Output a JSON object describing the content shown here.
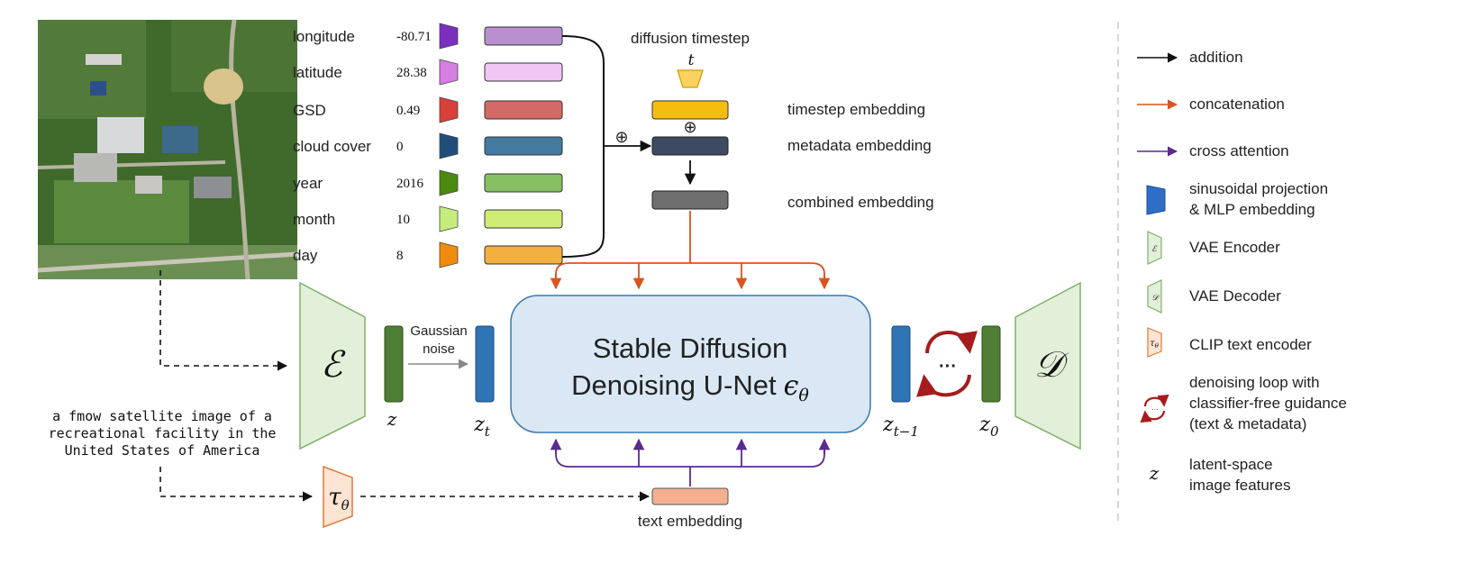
{
  "metadata": [
    {
      "name": "longitude",
      "value": "-80.71",
      "icon_color": "#7b2fbf",
      "bar_color": "#b98fd0"
    },
    {
      "name": "latitude",
      "value": "28.38",
      "icon_color": "#d77ee4",
      "bar_color": "#f0c6f5"
    },
    {
      "name": "GSD",
      "value": "0.49",
      "icon_color": "#d9403a",
      "bar_color": "#d46a67"
    },
    {
      "name": "cloud cover",
      "value": "0",
      "icon_color": "#1f4e7a",
      "bar_color": "#437a9f"
    },
    {
      "name": "year",
      "value": "2016",
      "icon_color": "#4a8a0f",
      "bar_color": "#86c063"
    },
    {
      "name": "month",
      "value": "10",
      "icon_color": "#c6ec7e",
      "bar_color": "#cfec76"
    },
    {
      "name": "day",
      "value": "8",
      "icon_color": "#f08c0c",
      "bar_color": "#f3b03e"
    }
  ],
  "timestep": {
    "title": "diffusion timestep",
    "symbol": "t",
    "plus_left": "⊕",
    "plus_mid": "⊕",
    "timestep_label": "timestep embedding",
    "metadata_label": "metadata embedding",
    "combined_label": "combined embedding"
  },
  "pipeline": {
    "encoder_symbol": "ℰ",
    "decoder_symbol": "𝒟",
    "z": "z",
    "z_t": "z",
    "z_t_sub": "t",
    "z_t1": "z",
    "z_t1_sub": "t−1",
    "z_0": "z",
    "z_0_sub": "0",
    "noise_line1": "Gaussian",
    "noise_line2": "noise",
    "unet_line1": "Stable Diffusion",
    "unet_line2": "Denoising U-Net",
    "unet_eps": "ϵ",
    "unet_eps_sub": "θ",
    "loop_dots": "···",
    "tau": "τ",
    "tau_sub": "θ",
    "text_embedding_label": "text embedding"
  },
  "prompt_lines": [
    "a fmow satellite image of a",
    "recreational facility in the",
    "United States of America"
  ],
  "legend": {
    "addition": "addition",
    "concatenation": "concatenation",
    "cross_attention": "cross attention",
    "sinusoidal_1": "sinusoidal projection",
    "sinusoidal_2": "& MLP embedding",
    "vae_encoder": "VAE Encoder",
    "vae_decoder": "VAE Decoder",
    "clip": "CLIP text encoder",
    "loop_1": "denoising loop with",
    "loop_2": "classifier-free guidance",
    "loop_3": "(text & metadata)",
    "latent_symbol": "z",
    "latent_1": "latent-space",
    "latent_2": "image features",
    "encoder_mini": "ℰ",
    "decoder_mini": "𝒟",
    "tau_mini": "τ",
    "tau_mini_sub": "θ"
  },
  "colors": {
    "addition": "#111111",
    "concatenation": "#d9541e",
    "cross_attention": "#5b2a8f",
    "vae_fill": "#e2f0d9",
    "vae_stroke": "#7fb069",
    "unet_fill": "#dae8f5",
    "unet_stroke": "#3a78b0",
    "latent_green": "#4f7f34",
    "latent_blue": "#2f74b5",
    "clip_fill": "#fde4d3",
    "clip_stroke": "#e07a3a",
    "loop_red": "#a51c1c"
  }
}
